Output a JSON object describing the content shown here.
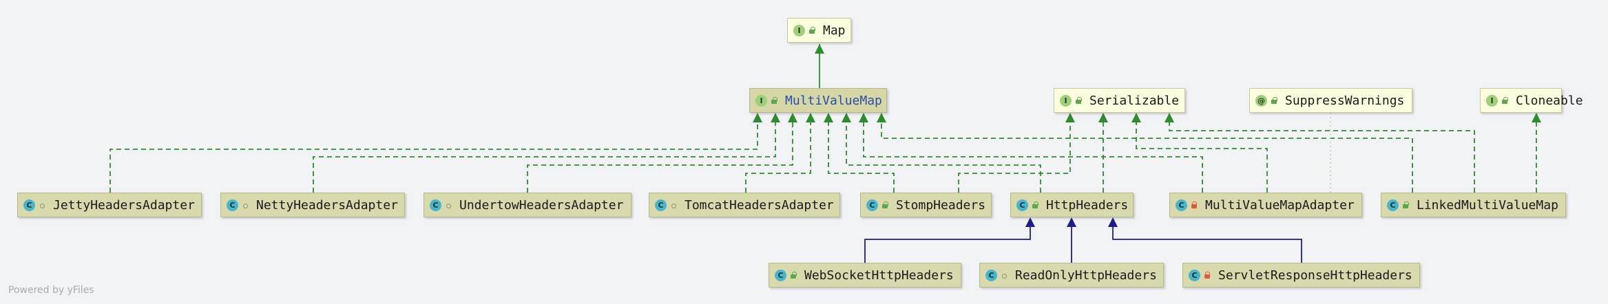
{
  "diagram": {
    "nodes": [
      {
        "id": "Map",
        "label": "Map",
        "kind": "interface",
        "visibility": "public",
        "style": "iface"
      },
      {
        "id": "MultiValueMap",
        "label": "MultiValueMap",
        "kind": "interface",
        "visibility": "public",
        "style": "sel",
        "highlight": true
      },
      {
        "id": "Serializable",
        "label": "Serializable",
        "kind": "interface",
        "visibility": "public",
        "style": "iface"
      },
      {
        "id": "SuppressWarnings",
        "label": "SuppressWarnings",
        "kind": "annotation",
        "visibility": "public",
        "style": "iface"
      },
      {
        "id": "Cloneable",
        "label": "Cloneable",
        "kind": "interface",
        "visibility": "public",
        "style": "iface"
      },
      {
        "id": "JettyHeadersAdapter",
        "label": "JettyHeadersAdapter",
        "kind": "class",
        "visibility": "package",
        "style": "cls"
      },
      {
        "id": "NettyHeadersAdapter",
        "label": "NettyHeadersAdapter",
        "kind": "class",
        "visibility": "package",
        "style": "cls"
      },
      {
        "id": "UndertowHeadersAdapter",
        "label": "UndertowHeadersAdapter",
        "kind": "class",
        "visibility": "package",
        "style": "cls"
      },
      {
        "id": "TomcatHeadersAdapter",
        "label": "TomcatHeadersAdapter",
        "kind": "class",
        "visibility": "package",
        "style": "cls"
      },
      {
        "id": "StompHeaders",
        "label": "StompHeaders",
        "kind": "class",
        "visibility": "public",
        "style": "cls"
      },
      {
        "id": "HttpHeaders",
        "label": "HttpHeaders",
        "kind": "class",
        "visibility": "public",
        "style": "cls"
      },
      {
        "id": "MultiValueMapAdapter",
        "label": "MultiValueMapAdapter",
        "kind": "class",
        "visibility": "private",
        "style": "cls"
      },
      {
        "id": "LinkedMultiValueMap",
        "label": "LinkedMultiValueMap",
        "kind": "class",
        "visibility": "public",
        "style": "cls"
      },
      {
        "id": "WebSocketHttpHeaders",
        "label": "WebSocketHttpHeaders",
        "kind": "class",
        "visibility": "public",
        "style": "cls"
      },
      {
        "id": "ReadOnlyHttpHeaders",
        "label": "ReadOnlyHttpHeaders",
        "kind": "class",
        "visibility": "package",
        "style": "cls"
      },
      {
        "id": "ServletResponseHttpHeaders",
        "label": "ServletResponseHttpHeaders",
        "kind": "class",
        "visibility": "private",
        "style": "cls"
      }
    ],
    "edges": [
      {
        "from": "MultiValueMap",
        "to": "Map",
        "type": "extends"
      },
      {
        "from": "JettyHeadersAdapter",
        "to": "MultiValueMap",
        "type": "implements"
      },
      {
        "from": "NettyHeadersAdapter",
        "to": "MultiValueMap",
        "type": "implements"
      },
      {
        "from": "UndertowHeadersAdapter",
        "to": "MultiValueMap",
        "type": "implements"
      },
      {
        "from": "TomcatHeadersAdapter",
        "to": "MultiValueMap",
        "type": "implements"
      },
      {
        "from": "StompHeaders",
        "to": "MultiValueMap",
        "type": "implements"
      },
      {
        "from": "HttpHeaders",
        "to": "MultiValueMap",
        "type": "implements"
      },
      {
        "from": "MultiValueMapAdapter",
        "to": "MultiValueMap",
        "type": "implements"
      },
      {
        "from": "LinkedMultiValueMap",
        "to": "MultiValueMap",
        "type": "implements"
      },
      {
        "from": "StompHeaders",
        "to": "Serializable",
        "type": "implements"
      },
      {
        "from": "HttpHeaders",
        "to": "Serializable",
        "type": "implements"
      },
      {
        "from": "MultiValueMapAdapter",
        "to": "Serializable",
        "type": "implements"
      },
      {
        "from": "LinkedMultiValueMap",
        "to": "Serializable",
        "type": "implements"
      },
      {
        "from": "LinkedMultiValueMap",
        "to": "Cloneable",
        "type": "implements"
      },
      {
        "from": "MultiValueMapAdapter",
        "to": "SuppressWarnings",
        "type": "annotated"
      },
      {
        "from": "WebSocketHttpHeaders",
        "to": "HttpHeaders",
        "type": "extends"
      },
      {
        "from": "ReadOnlyHttpHeaders",
        "to": "HttpHeaders",
        "type": "extends"
      },
      {
        "from": "ServletResponseHttpHeaders",
        "to": "HttpHeaders",
        "type": "extends"
      }
    ],
    "colors": {
      "implements": "#2e8b2e",
      "extends_interface": "#2e8b2e",
      "extends_class": "#1c1c8c",
      "annotation_link": "#a6c8a6",
      "background": "#f2f3f5"
    }
  },
  "footer": {
    "text": "Powered by yFiles"
  }
}
